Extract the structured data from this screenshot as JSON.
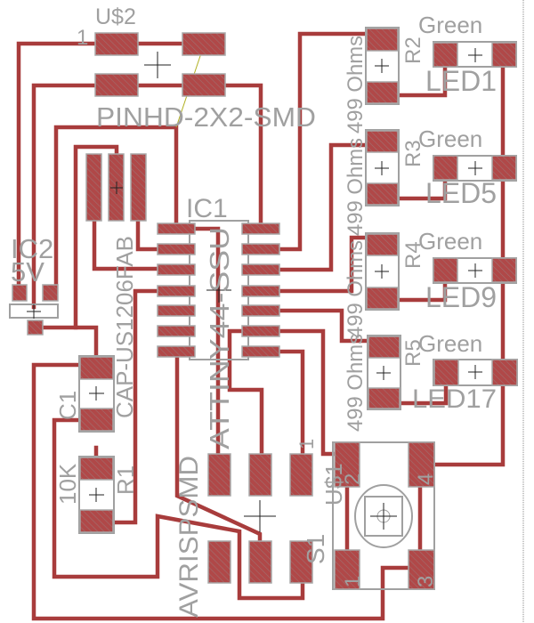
{
  "colors": {
    "trace": "#a83c3c",
    "silkscreen": "#a0a0a0",
    "pad": "#b04848",
    "background": "#ffffff"
  },
  "labels": {
    "header_name": "U$2",
    "header_pin1": "1",
    "header_value": "PINHD-2X2-SMD",
    "ic1_name": "IC1",
    "ic1_value": "ATTINY44-SSU",
    "ic2_name": "IC2",
    "ic2_value": "5V",
    "resonator_value": "CAP-US1206FAB",
    "c1_name": "C1",
    "r1_name": "R1",
    "r1_value": "10K",
    "isp_value": "AVRISPSMD",
    "switch_name": "S1",
    "switch_part": "U$1",
    "switch_pins": [
      "2",
      "4",
      "1",
      "3"
    ]
  },
  "resistors": [
    {
      "name": "R2",
      "value": "499 Ohms"
    },
    {
      "name": "R3",
      "value": "499 Ohms"
    },
    {
      "name": "R4",
      "value": "499 Ohms"
    },
    {
      "name": "R5",
      "value": "499 Ohms"
    }
  ],
  "leds": [
    {
      "name": "LED1",
      "value": "Green"
    },
    {
      "name": "LED5",
      "value": "Green"
    },
    {
      "name": "LED9",
      "value": "Green"
    },
    {
      "name": "LED17",
      "value": "Green"
    }
  ]
}
